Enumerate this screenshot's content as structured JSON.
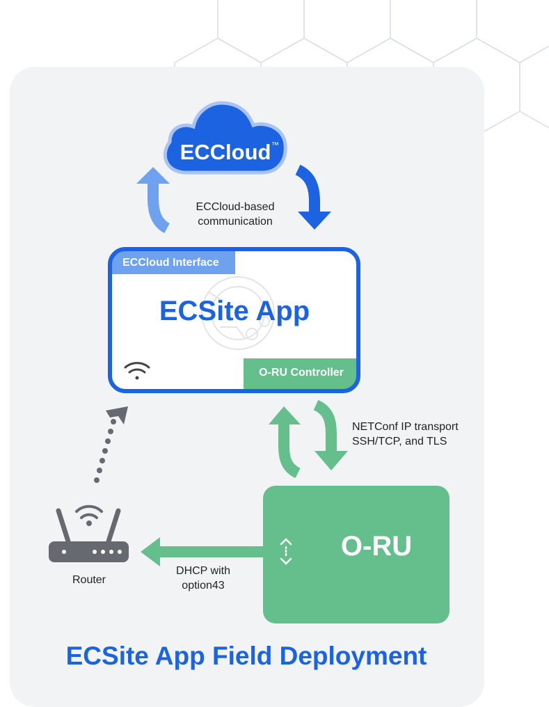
{
  "cloud": {
    "label": "ECCloud",
    "tm": "™"
  },
  "cloud_link": {
    "line1": "ECCloud-based",
    "line2": "communication"
  },
  "app": {
    "title": "ECSite App",
    "interface_tab": "ECCloud Interface",
    "controller_tab": "O-RU Controller"
  },
  "netconf": {
    "line1": "NETConf IP transport",
    "line2": "SSH/TCP, and TLS"
  },
  "oru": {
    "label": "O-RU"
  },
  "router": {
    "label": "Router"
  },
  "dhcp": {
    "line1": "DHCP with",
    "line2": "option43"
  },
  "footer": {
    "title": "ECSite App Field Deployment"
  },
  "colors": {
    "blue": "#1b63e0",
    "light_blue": "#6fa2ee",
    "green": "#64bf8d",
    "gray": "#666a70",
    "panel": "#f2f3f5"
  }
}
